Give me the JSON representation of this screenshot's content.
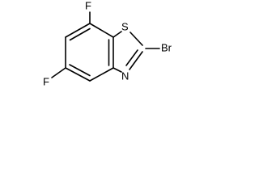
{
  "molecule": {
    "atoms": {
      "f_top": "F",
      "f_left": "F",
      "sulfur": "S",
      "nitrogen": "N",
      "bromine": "Br"
    },
    "colors": {
      "bond": "#000000",
      "label": "#000000",
      "background": "#ffffff"
    }
  }
}
